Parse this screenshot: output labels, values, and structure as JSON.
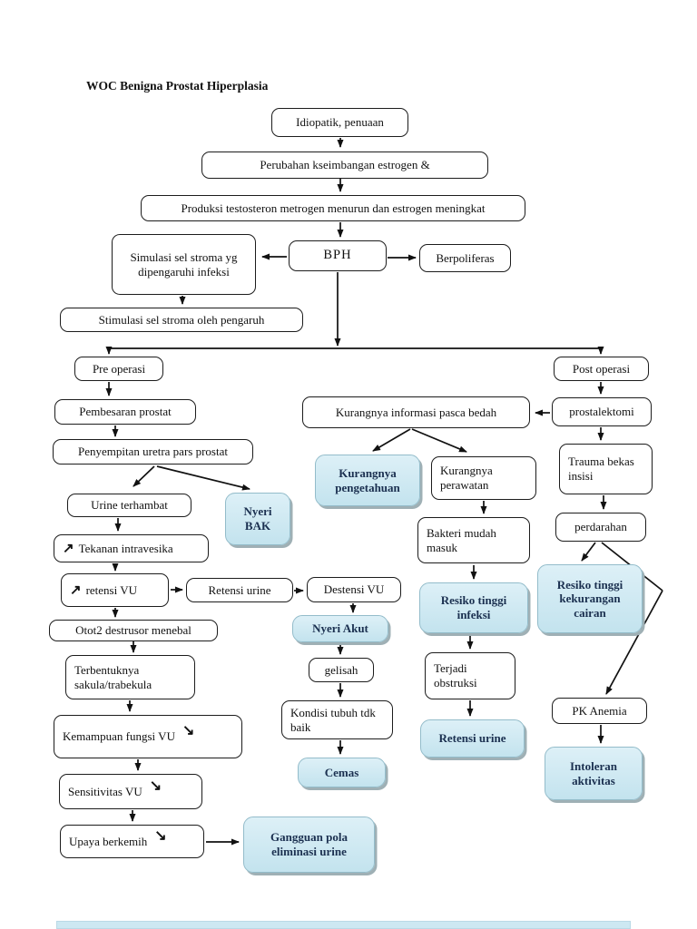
{
  "title": "WOC Benigna Prostat Hiperplasia",
  "icons": {
    "increase": "↗",
    "decrease": "↘"
  },
  "colors": {
    "box_border": "#1c1c1c",
    "highlight_fill": "#c9e6f0",
    "highlight_border": "#93bcca",
    "highlight_text": "#1b3050"
  },
  "nodes": {
    "idiopatik": "Idiopatik, penuaan",
    "perubahan": "Perubahan kseimbangan estrogen &",
    "produksi": "Produksi testosteron metrogen menurun dan estrogen meningkat",
    "simulasi": "Simulasi sel stroma yg dipengaruhi infeksi",
    "bph": "BPH",
    "berpoliferas": "Berpoliferas",
    "stimulasi": "Stimulasi sel stroma oleh pengaruh",
    "pre_operasi": "Pre operasi",
    "pembesaran": "Pembesaran prostat",
    "penyempitan": "Penyempitan uretra pars prostat",
    "urine_terhambat": "Urine terhambat",
    "nyeri_bak": "Nyeri BAK",
    "tekanan": "Tekanan intravesika",
    "retensi_vu": "retensi VU",
    "retensi_urine": "Retensi urine",
    "destensi_vu": "Destensi VU",
    "otot2": "Otot2 destrusor menebal",
    "terbentuknya": "Terbentuknya sakula/trabekula",
    "kemampuan": "Kemampuan fungsi VU",
    "sensitivitas": "Sensitivitas VU",
    "upaya": "Upaya berkemih",
    "gangguan": "Gangguan pola eliminasi urine",
    "nyeri_akut": "Nyeri Akut",
    "gelisah": "gelisah",
    "kondisi": "Kondisi tubuh tdk baik",
    "cemas": "Cemas",
    "kurang_info": "Kurangnya informasi pasca bedah",
    "kurang_pengetahuan": "Kurangnya pengetahuan",
    "kurang_perawatan": "Kurangnya perawatan",
    "bakteri": "Bakteri mudah masuk",
    "resiko_infeksi": "Resiko tinggi infeksi",
    "terjadi_obstruksi": "Terjadi obstruksi",
    "retensi_urine_dx": "Retensi urine",
    "post_operasi": "Post operasi",
    "prostalektomi": "prostalektomi",
    "trauma": "Trauma bekas insisi",
    "perdarahan": "perdarahan",
    "resiko_cairan": "Resiko tinggi kekurangan cairan",
    "pk_anemia": "PK Anemia",
    "intoleran": "Intoleran aktivitas"
  }
}
